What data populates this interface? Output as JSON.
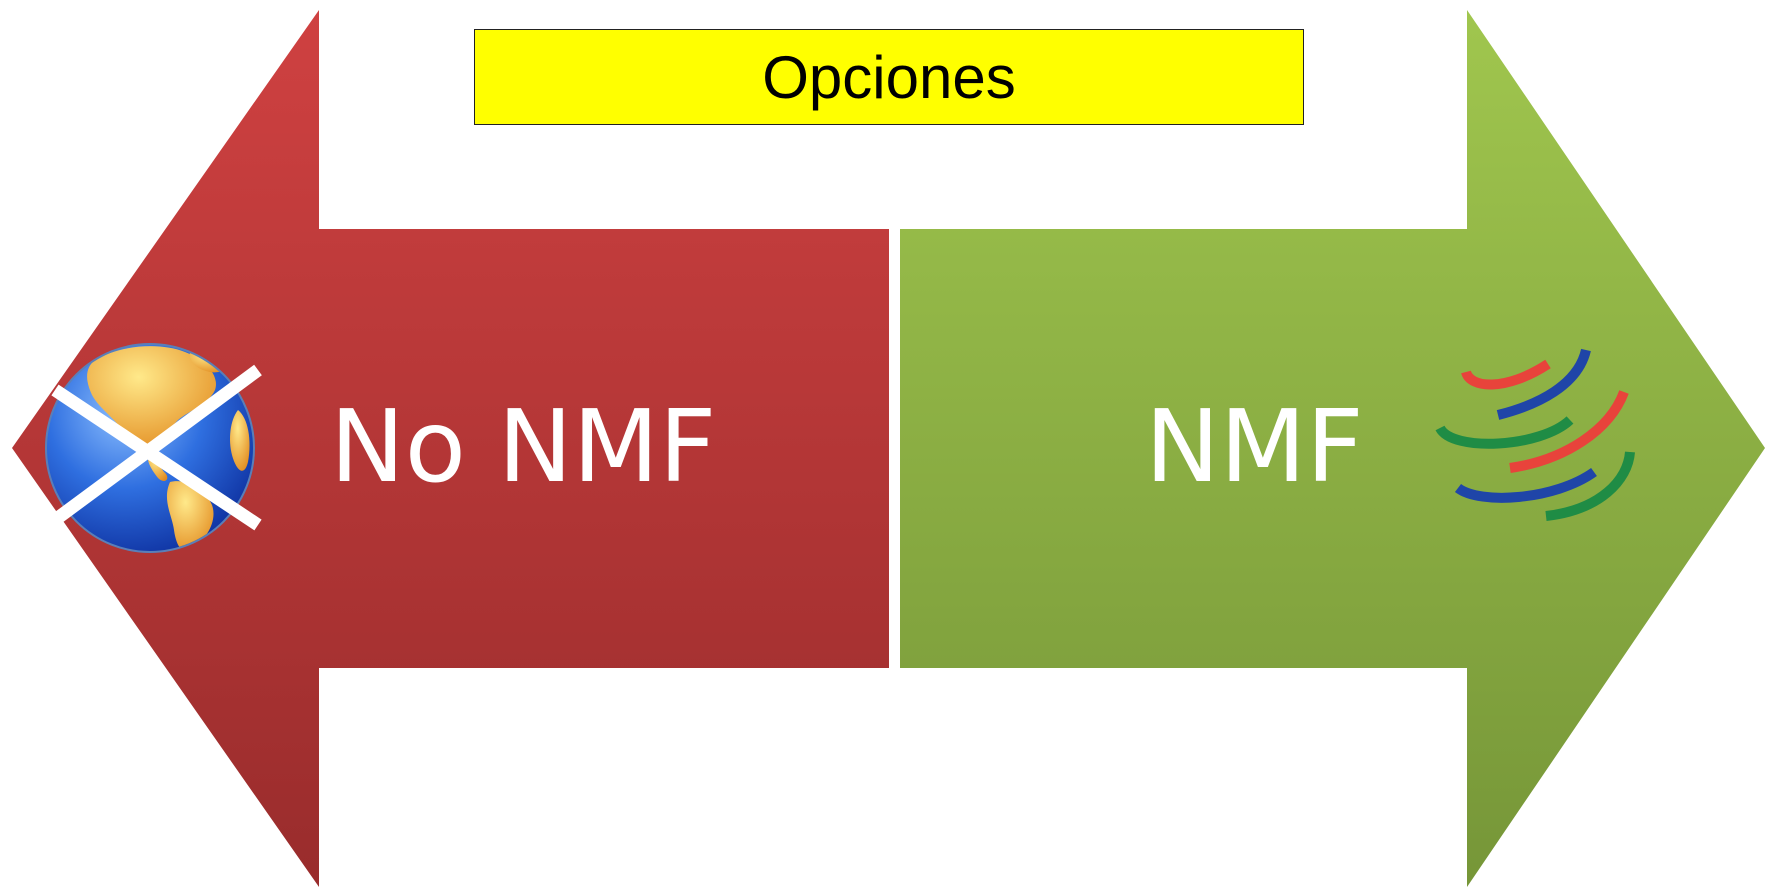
{
  "title": "Opciones",
  "left_option": {
    "label": "No NMF",
    "icon": "crossed-out-globe-icon",
    "color": "#c0393b"
  },
  "right_option": {
    "label": "NMF",
    "icon": "wto-logo-icon",
    "color": "#8db34a"
  },
  "colors": {
    "title_background": "#ffff00",
    "left_arrow": "#c0393b",
    "right_arrow": "#8db34a",
    "text_on_arrows": "#ffffff"
  }
}
